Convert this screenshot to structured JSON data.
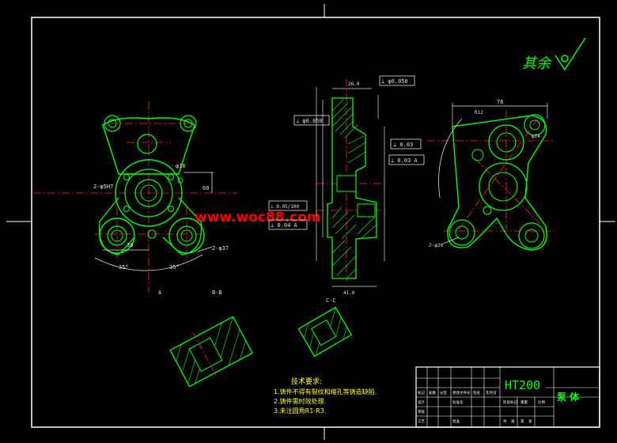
{
  "watermark": "www.woc88.com",
  "roughness_note": "其余",
  "section_labels": {
    "view_a": "A",
    "section_bb": "B-B",
    "section_cc": "C-C"
  },
  "left_view": {
    "hole_callout": "2-φ37",
    "hole_callout_2": "2-φ5H7",
    "angle_left": "35°",
    "angle_right": "35°",
    "dim_36": "36",
    "dim_16": "φ16",
    "dim_60": "60"
  },
  "center_view": {
    "tol_1": "⊥ φ0.050",
    "tol_2": "⊥ φ0.050",
    "tol_3": "⊥ 0.03",
    "tol_4": "⊥ 0.03 A",
    "tol_5": "⊥ 0.05/100",
    "tol_6": "⊥ 0.04 A",
    "dim_top": "26.0",
    "dim_bottom": "41.0"
  },
  "right_view": {
    "dim_top": "76",
    "dim_r": "R12",
    "hole_callout": "2-φ20",
    "dim_bore": "φ24"
  },
  "tech_requirements": {
    "title": "技术要求:",
    "items": [
      "1.铸件不得有裂纹和缩孔等铸造缺陷.",
      "2.铸件需时效处理.",
      "3.未注圆角R1-R3."
    ]
  },
  "title_block": {
    "material": "HT200",
    "part_name": "泵 体",
    "labels": [
      "标记",
      "处数",
      "分区",
      "更改文件号",
      "签名",
      "年月日",
      "设计",
      "标准化",
      "审核",
      "工艺",
      "批准",
      "阶段标记",
      "重量",
      "比例"
    ],
    "scale_row": [
      "共",
      "张",
      "第",
      "张"
    ]
  },
  "colors": {
    "line": "#00ff00",
    "center": "#ff2a2a",
    "dim": "#e0e0e0",
    "frame": "#ffffff",
    "text_yellow": "#ffff33",
    "watermark": "#ff0000"
  }
}
